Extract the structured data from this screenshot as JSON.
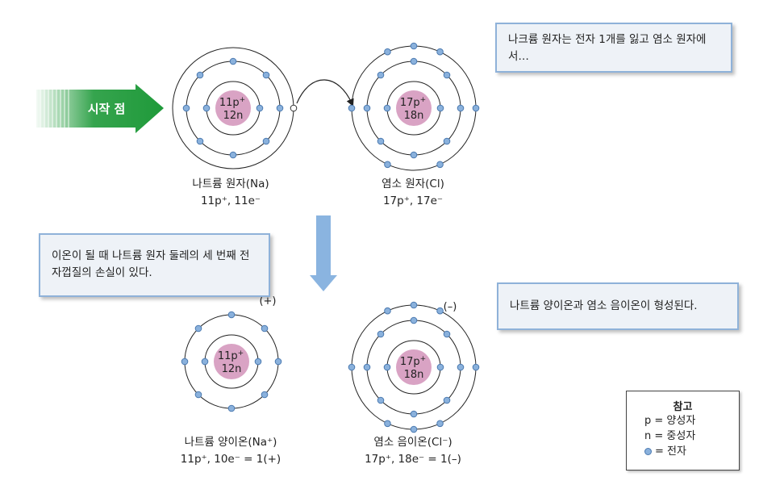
{
  "start_label": "시작 점",
  "box_top": "나크륨 원자는 전자 1개를 잃고 염소 원자에서…",
  "box_middle": "이온이 될 때 나트륨 원자 둘레의 세 번째 전자껍질의 손실이 있다.",
  "box_bottom": "나트륨 양이온과 염소 음이온이 형성된다.",
  "atoms": {
    "na": {
      "protons": "11p",
      "neutrons": "12n",
      "name": "나트륨 원자(Na)",
      "formula": "11p⁺, 11e⁻"
    },
    "cl": {
      "protons": "17p",
      "neutrons": "18n",
      "name": "염소 원자(Cl)",
      "formula": "17p⁺, 17e⁻"
    },
    "na_ion": {
      "protons": "11p",
      "neutrons": "12n",
      "name": "나트륨 양이온(Na⁺)",
      "formula": "11p⁺, 10e⁻ = 1(+)",
      "charge": "(+)"
    },
    "cl_ion": {
      "protons": "17p",
      "neutrons": "18n",
      "name": "염소 음이온(Cl⁻)",
      "formula": "17p⁺, 18e⁻ = 1(–)",
      "charge": "(–)"
    }
  },
  "legend": {
    "title": "참고",
    "p": "p = 양성자",
    "n": "n = 중성자",
    "e": "= 전자"
  },
  "colors": {
    "arrow_green": "#1f9a3a",
    "arrow_blue": "#8ab4e0",
    "nucleus": "#d9a3c4",
    "electron": "#8ab1dc",
    "box_border": "#8fb2d9"
  }
}
